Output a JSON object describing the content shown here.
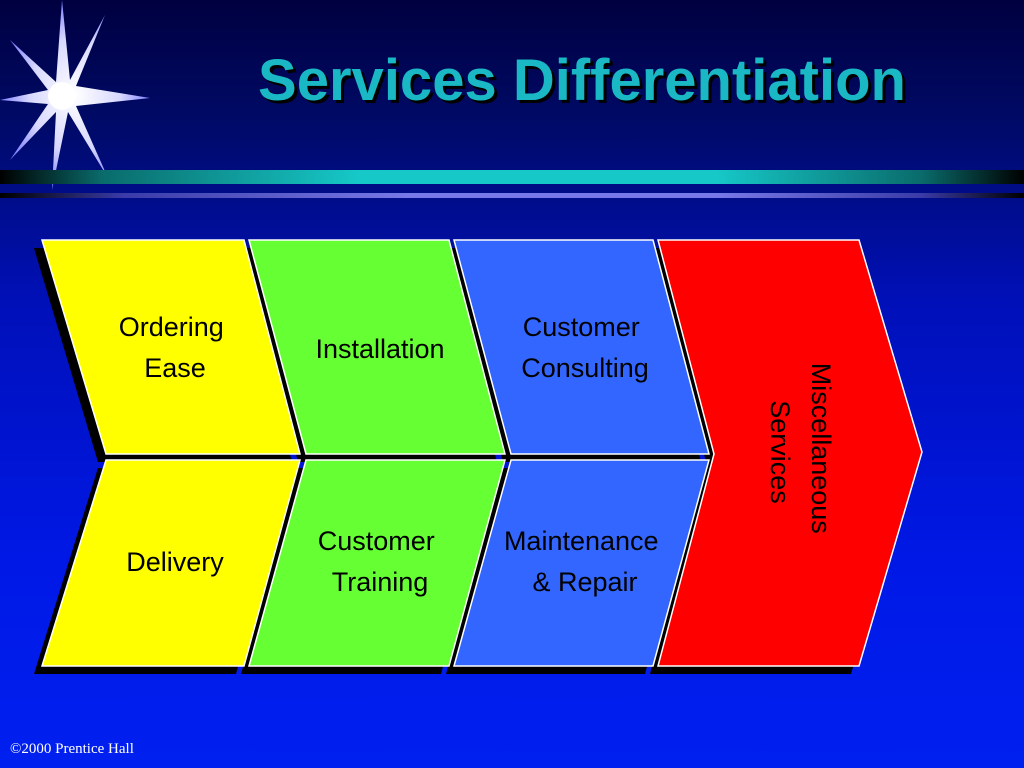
{
  "slide": {
    "title": "Services Differentiation",
    "footer": "©2000 Prentice Hall"
  },
  "chevrons": {
    "ordering_ease": [
      "Ordering",
      "Ease"
    ],
    "installation": "Installation",
    "customer_consulting": [
      "Customer",
      "Consulting"
    ],
    "delivery": "Delivery",
    "customer_training": [
      "Customer",
      "Training"
    ],
    "maintenance_repair": [
      "Maintenance",
      "& Repair"
    ],
    "miscellaneous_services": [
      "Miscellaneous",
      "Services"
    ]
  },
  "colors": {
    "yellow": "#ffff00",
    "green": "#66ff33",
    "blue": "#3366ff",
    "red": "#ff0000",
    "title": "#19b8c4"
  }
}
